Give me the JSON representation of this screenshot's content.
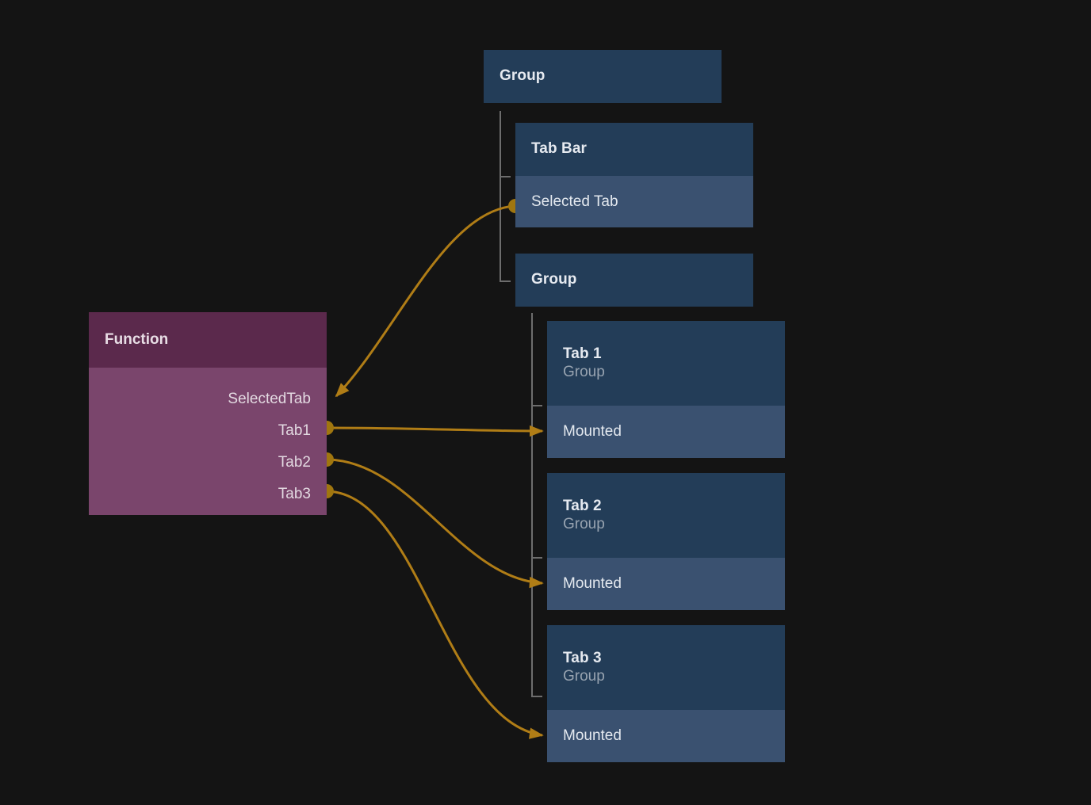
{
  "canvas": {
    "background": "#141414",
    "wire_color": "#b07d16",
    "node_blue_header": "#233d58",
    "node_blue_row": "#3a5170",
    "node_purple_header": "#5b294c",
    "node_purple_body": "#7a456c",
    "guide_color": "#6d6d6d"
  },
  "nodes": {
    "root_group": {
      "title": "Group"
    },
    "tab_bar": {
      "title": "Tab Bar",
      "row": "Selected Tab"
    },
    "child_group": {
      "title": "Group"
    },
    "function": {
      "title": "Function",
      "pins": [
        {
          "label": "SelectedTab",
          "kind": "input"
        },
        {
          "label": "Tab1",
          "kind": "output"
        },
        {
          "label": "Tab2",
          "kind": "output"
        },
        {
          "label": "Tab3",
          "kind": "output"
        }
      ]
    },
    "tabs": [
      {
        "title": "Tab 1",
        "subtitle": "Group",
        "row": "Mounted"
      },
      {
        "title": "Tab 2",
        "subtitle": "Group",
        "row": "Mounted"
      },
      {
        "title": "Tab 3",
        "subtitle": "Group",
        "row": "Mounted"
      }
    ]
  }
}
